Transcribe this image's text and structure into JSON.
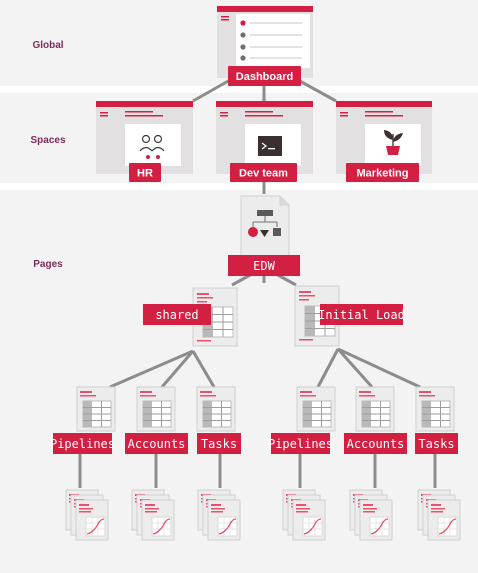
{
  "tiers": {
    "global": "Global",
    "spaces": "Spaces",
    "pages": "Pages"
  },
  "nodes": {
    "dashboard": "Dashboard",
    "hr": "HR",
    "dev_team": "Dev team",
    "marketing": "Marketing",
    "edw": "EDW",
    "shared": "shared",
    "initial_load": "Initial Load",
    "pipelines_1": "Pipelines",
    "accounts_1": "Accounts",
    "tasks_1": "Tasks",
    "pipelines_2": "Pipelines",
    "accounts_2": "Accounts",
    "tasks_2": "Tasks"
  },
  "icons": [
    "list-icon",
    "people-icon",
    "terminal-icon",
    "plant-icon",
    "flowchart-icon",
    "table-icon",
    "line-chart-icon"
  ],
  "colors": {
    "accent": "#d31f41",
    "connector": "#8c8c8c",
    "tier_text": "#7b2d59",
    "band": "#f4f3f3"
  }
}
